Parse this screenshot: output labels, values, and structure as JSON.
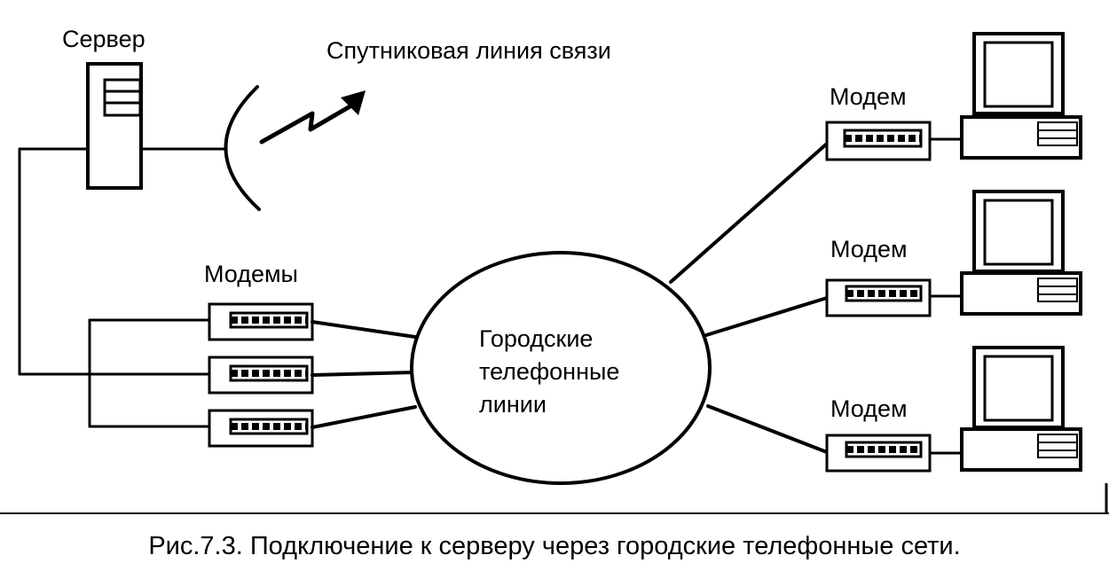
{
  "labels": {
    "server": "Сервер",
    "satellite_link": "Спутниковая линия связи",
    "modems": "Модемы",
    "modem_1": "Модем",
    "modem_2": "Модем",
    "modem_3": "Модем",
    "network_line1": "Городские",
    "network_line2": "телефонные",
    "network_line3": "линии"
  },
  "caption": "Рис.7.3. Подключение к серверу через городские телефонные сети."
}
